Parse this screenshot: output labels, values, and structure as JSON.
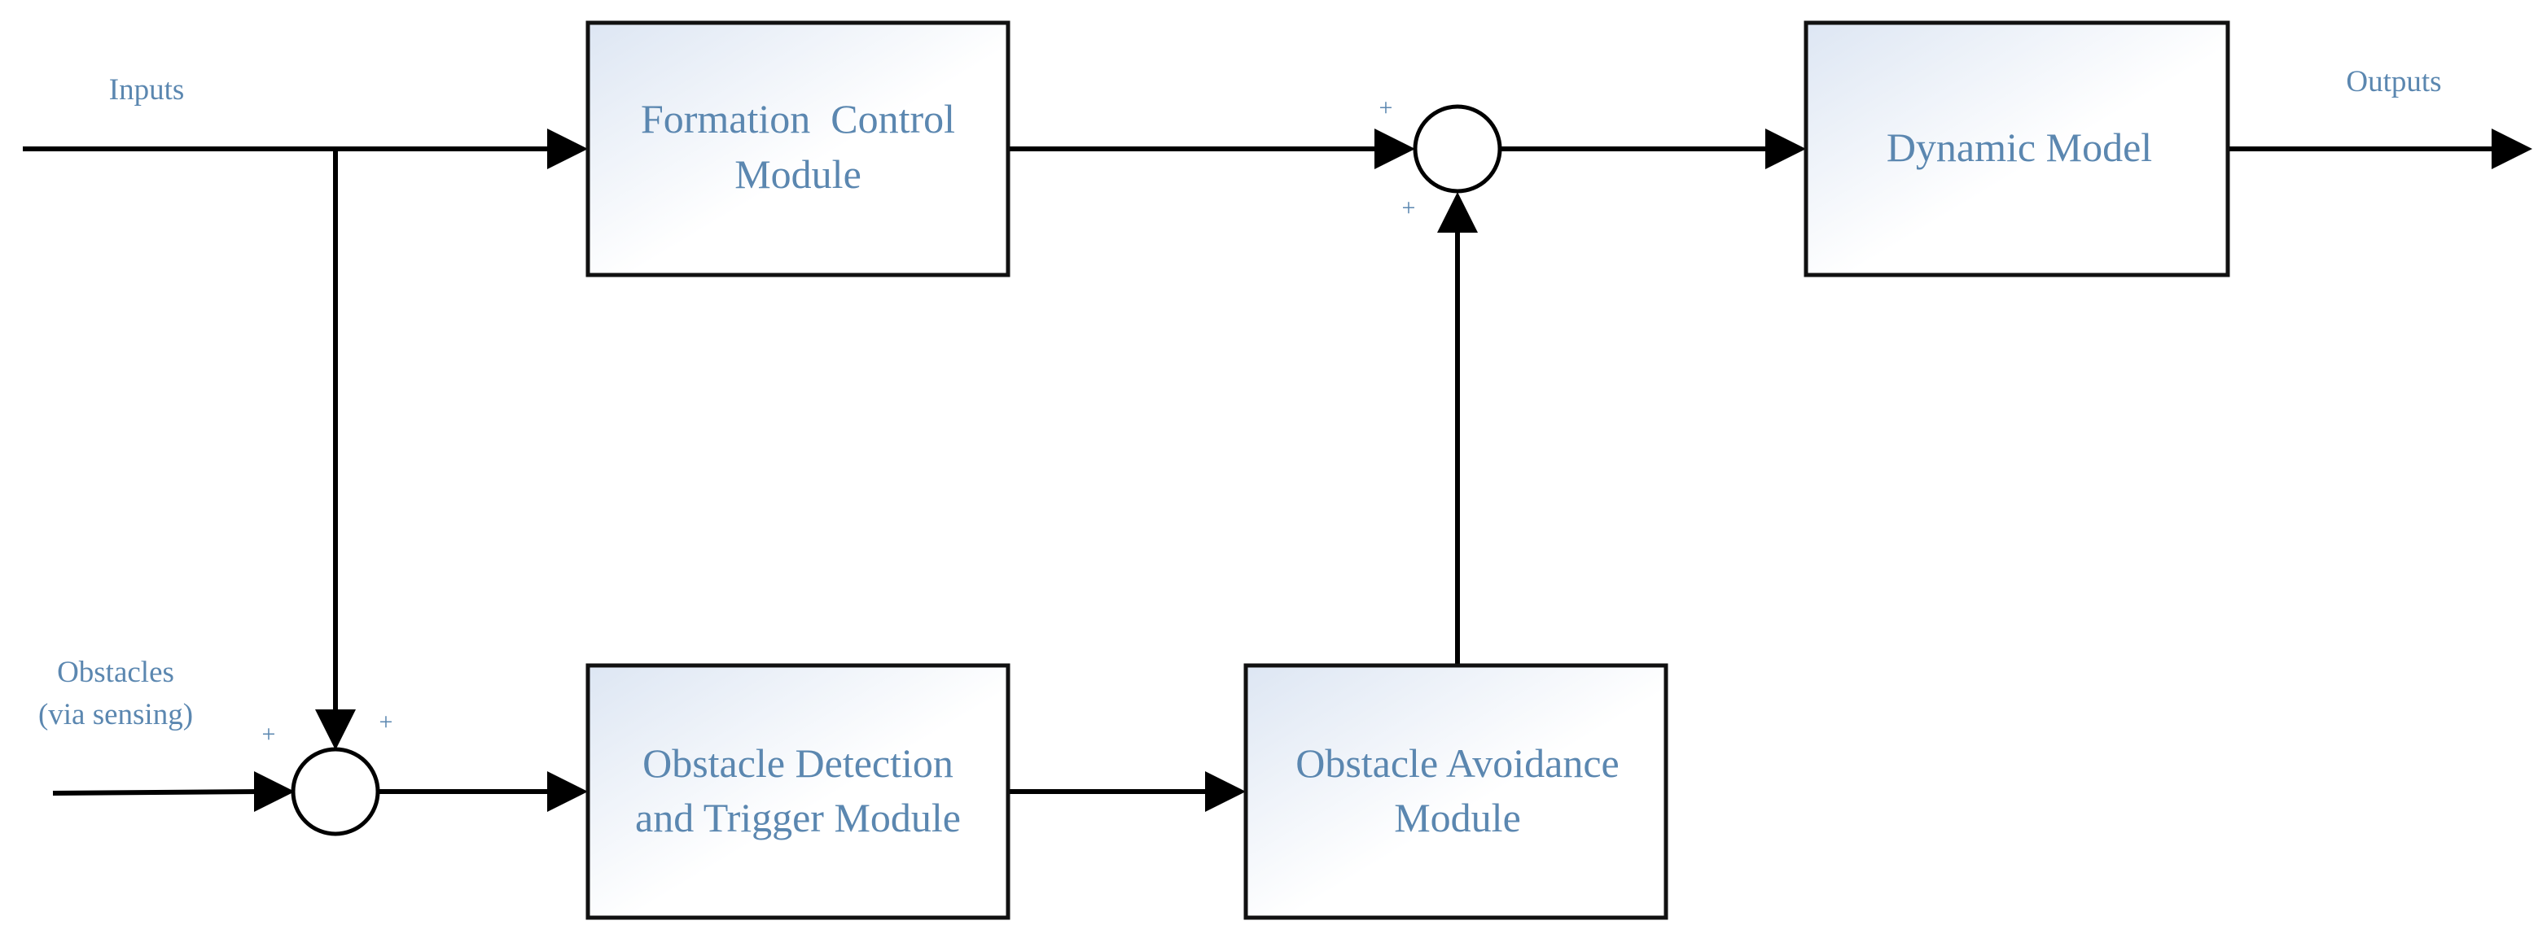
{
  "blocks": {
    "formation_control": {
      "line1": "Formation  Control",
      "line2": "Module"
    },
    "dynamic_model": {
      "line1": "Dynamic Model"
    },
    "obstacle_detection": {
      "line1": "Obstacle Detection",
      "line2": "and Trigger Module"
    },
    "obstacle_avoidance": {
      "line1": "Obstacle Avoidance",
      "line2": "Module"
    }
  },
  "signals": {
    "inputs": "Inputs",
    "outputs": "Outputs",
    "obstacles_line1": "Obstacles",
    "obstacles_line2": "(via sensing)"
  },
  "junctions": {
    "upper": {
      "sign_top": "+",
      "sign_bottom": "+"
    },
    "lower": {
      "sign_left": "+",
      "sign_right": "+"
    }
  },
  "colors": {
    "text": "#5b87b0",
    "block_fill_light": "#ffffff",
    "block_fill_tint": "#dde6f3",
    "lines": "#000000"
  }
}
